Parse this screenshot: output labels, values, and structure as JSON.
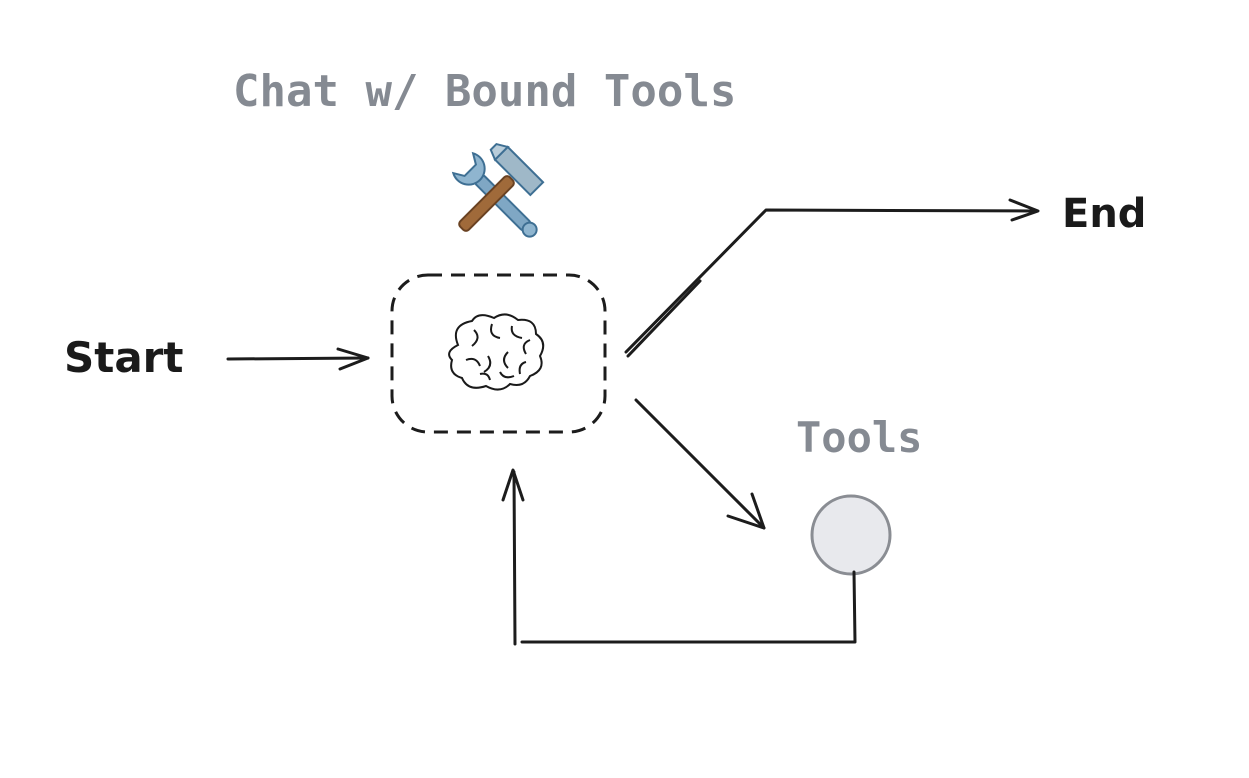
{
  "diagram": {
    "title": "Chat w/ Bound Tools",
    "start_label": "Start",
    "end_label": "End",
    "tools_label": "Tools",
    "icons": {
      "top": "hammer-and-wrench-icon",
      "center": "brain-icon",
      "tools_node": "circle-node"
    },
    "colors": {
      "title": "#858a92",
      "text": "#1a1a1a",
      "stroke": "#1c1c1c",
      "node_fill": "#e8e9ed",
      "node_stroke": "#8a8d93"
    }
  }
}
